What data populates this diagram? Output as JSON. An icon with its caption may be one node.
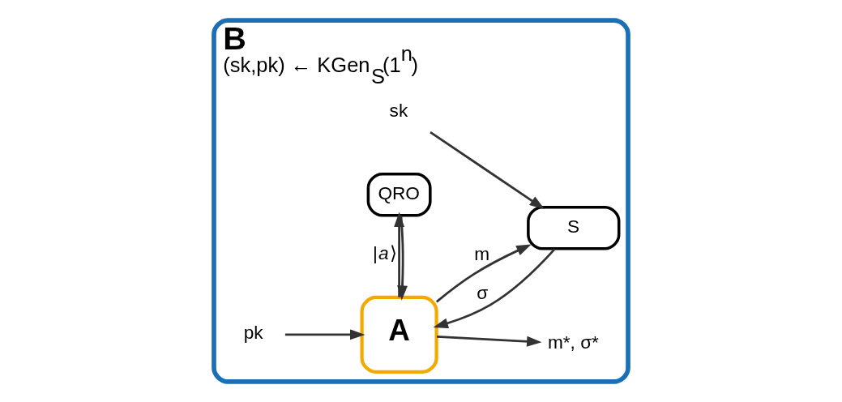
{
  "diagram": {
    "nodes": [
      {
        "text": [
          "B",
          "(sk,pk) ← KGen$_{S}$(1$^{n}$)"
        ]
      },
      {
        "text": [
          "QRO"
        ],
        "in": 0
      },
      {
        "text": [
          "A"
        ],
        "in": 0
      },
      {
        "text": [
          "S"
        ],
        "in": 0
      },
      {
        "text": [
          "pk"
        ],
        "in": 0
      },
      {
        "text": [
          "m*, σ*"
        ],
        "in": 0
      },
      {
        "text": [
          "sk"
        ],
        "in": 0
      }
    ],
    "edges": [
      {
        "from": 2,
        "to": 1,
        "arrow": "to",
        "label": "|*a*⟩"
      },
      {
        "from": 1,
        "to": 2,
        "arrow": "to"
      },
      {
        "from": 4,
        "to": 2,
        "arrow": "to"
      },
      {
        "from": 2,
        "to": 5,
        "arrow": "to"
      },
      {
        "from": 2,
        "to": 3,
        "arrow": "to",
        "label": "m"
      },
      {
        "from": 3,
        "to": 2,
        "arrow": "to",
        "label": "σ"
      },
      {
        "from": 6,
        "to": 3,
        "arrow": "to"
      }
    ]
  }
}
